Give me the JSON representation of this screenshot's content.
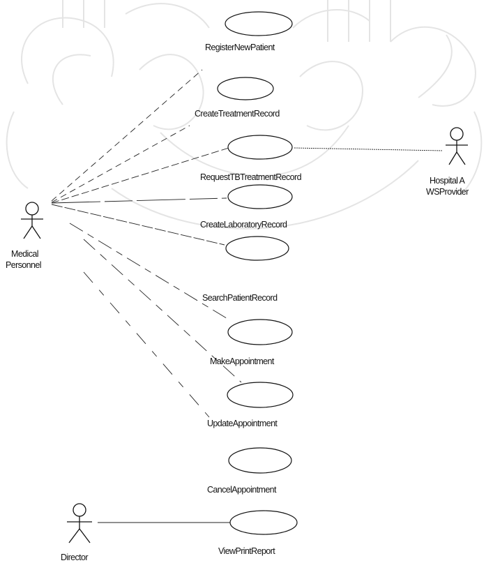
{
  "diagram": {
    "type": "use-case",
    "actors": [
      {
        "id": "medical",
        "lines": [
          "Medical",
          "Personnel"
        ]
      },
      {
        "id": "hospital",
        "lines": [
          "Hospital A",
          "WSProvider"
        ]
      },
      {
        "id": "director",
        "lines": [
          "Director"
        ]
      }
    ],
    "use_cases": [
      {
        "id": "uc1",
        "label": "RegisterNewPatient"
      },
      {
        "id": "uc2",
        "label": "CreateTreatmentRecord"
      },
      {
        "id": "uc3",
        "label": "RequestTBTreatmentRecord"
      },
      {
        "id": "uc4",
        "label": "CreateLaboratoryRecord"
      },
      {
        "id": "uc5",
        "label": "SearchPatientRecord"
      },
      {
        "id": "uc6",
        "label": "MakeAppointment"
      },
      {
        "id": "uc7",
        "label": "UpdateAppointment"
      },
      {
        "id": "uc8",
        "label": "CancelAppointment"
      },
      {
        "id": "uc9",
        "label": "ViewPrintReport"
      }
    ],
    "associations": [
      {
        "from": "medical",
        "to": "uc1"
      },
      {
        "from": "medical",
        "to": "uc2"
      },
      {
        "from": "medical",
        "to": "uc3"
      },
      {
        "from": "medical",
        "to": "uc4"
      },
      {
        "from": "medical",
        "to": "uc5"
      },
      {
        "from": "medical",
        "to": "uc6"
      },
      {
        "from": "medical",
        "to": "uc7"
      },
      {
        "from": "uc3",
        "to": "hospital"
      },
      {
        "from": "director",
        "to": "uc9"
      }
    ]
  }
}
